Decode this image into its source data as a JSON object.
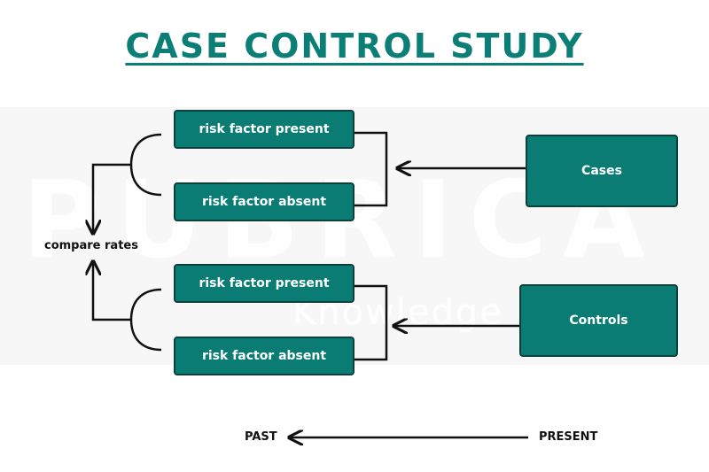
{
  "title": "CASE CONTROL STUDY",
  "watermark": {
    "main": "PUBRICA",
    "sub": "Knowledge"
  },
  "groups": {
    "cases": {
      "label": "Cases",
      "outcomes": [
        "risk factor present",
        "risk factor absent"
      ]
    },
    "controls": {
      "label": "Controls",
      "outcomes": [
        "risk factor present",
        "risk factor absent"
      ]
    }
  },
  "compare_label": "compare rates",
  "timeline": {
    "left": "PAST",
    "right": "PRESENT"
  },
  "colors": {
    "accent": "#0a7c74",
    "title": "#0b7f76",
    "border": "#0d3f3b",
    "line": "#111111"
  }
}
